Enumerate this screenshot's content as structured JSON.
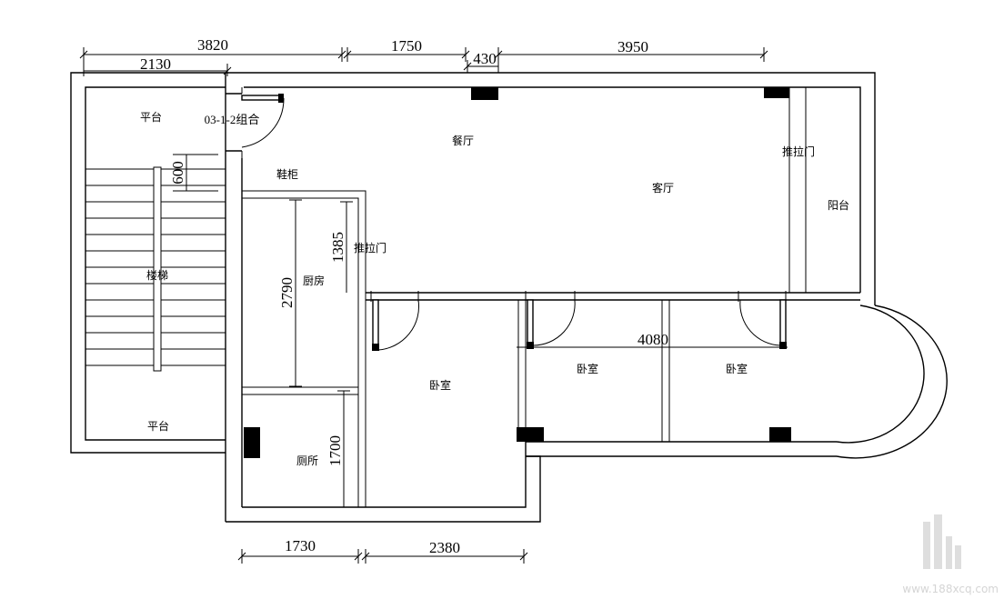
{
  "dimensions": {
    "top_total": "3820",
    "top_left": "2130",
    "top_mid": "1750",
    "top_small": "430",
    "top_right": "3950",
    "stair_step": "600",
    "kitchen_height": "2790",
    "kitchen_door": "1385",
    "bedroom_span": "4080",
    "toilet_height": "1700",
    "bottom_left": "1730",
    "bottom_right": "2380"
  },
  "rooms": {
    "platform_top": "平台",
    "platform_bottom": "平台",
    "door_tag": "03-1-2组合",
    "dining": "餐厅",
    "living": "客厅",
    "shoe_cabinet": "鞋柜",
    "staircase": "楼梯",
    "kitchen": "厨房",
    "sliding_door_kitchen": "推拉门",
    "sliding_door_balcony": "推拉门",
    "balcony": "阳台",
    "bedroom_1": "卧室",
    "bedroom_2": "卧室",
    "bedroom_3": "卧室",
    "toilet": "厕所"
  },
  "watermark": "www.188xcq.com"
}
